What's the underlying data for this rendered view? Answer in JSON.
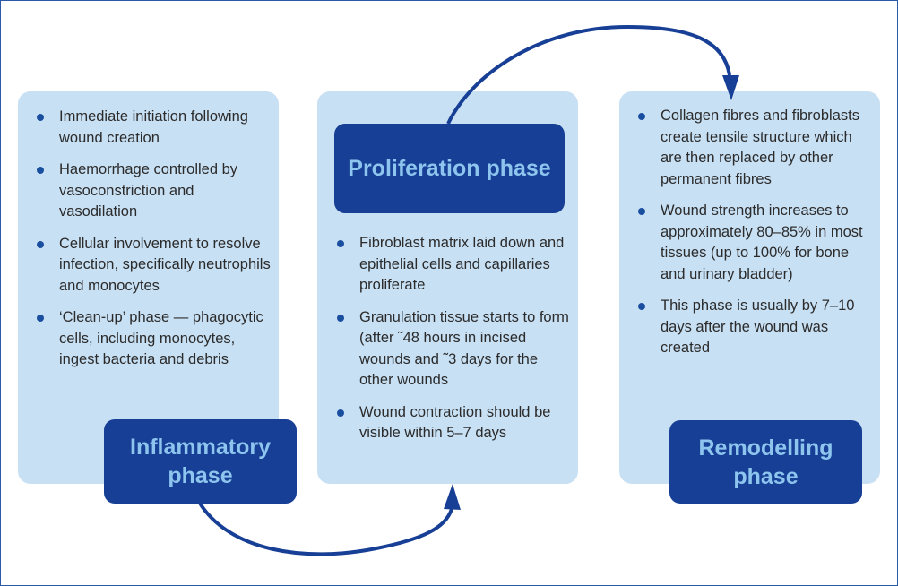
{
  "phases": {
    "inflammatory": {
      "title": "Inflammatory phase",
      "bullets": [
        "Immediate initiation following wound creation",
        "Haemorrhage controlled by vasoconstriction and vasodilation",
        "Cellular involvement to resolve infection, specifically neutrophils and monocytes",
        "‘Clean-up’ phase — phagocytic cells, including monocytes, ingest bacteria and debris"
      ]
    },
    "proliferation": {
      "title": "Proliferation phase",
      "bullets": [
        "Fibroblast matrix laid down and epithelial cells and capillaries proliferate",
        "Granulation tissue starts to form (after ˜48 hours in incised wounds and ˜3 days for the other wounds",
        "Wound contraction should be visible within 5–7 days"
      ]
    },
    "remodelling": {
      "title": "Remodelling phase",
      "bullets": [
        "Collagen fibres and fibroblasts create tensile structure which are then replaced by other permanent fibres",
        "Wound strength increases to approximately 80–85% in most tissues (up to 100% for bone and urinary bladder)",
        "This phase is usually by 7–10 days after the wound was created"
      ]
    }
  },
  "colors": {
    "panel": "#c8e0f4",
    "phase_box": "#173f95",
    "phase_text": "#8ec5ee",
    "bullet": "#1a4fa0",
    "arrow": "#173f95"
  }
}
